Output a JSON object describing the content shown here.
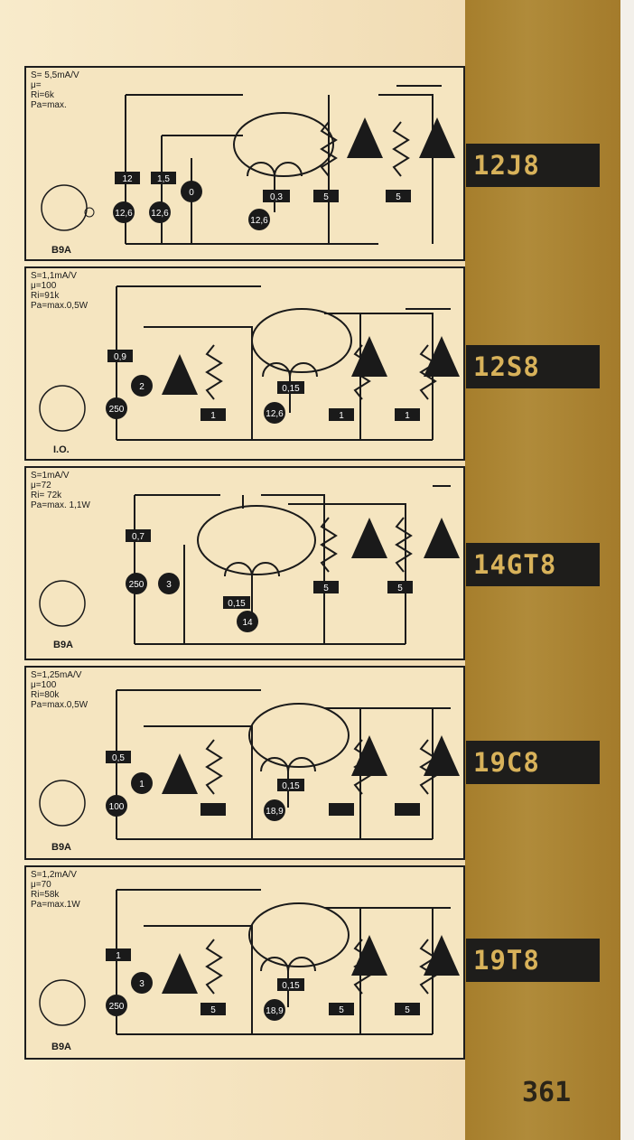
{
  "page_number": "361",
  "tubes": [
    {
      "name": "12J8",
      "specs": [
        "S= 5,5mA/V",
        "μ=",
        "Ri=6k",
        "Pa=max."
      ],
      "socket": "B9A",
      "values": [
        "12",
        "1,5",
        "0",
        "12,6",
        "12,6",
        "0,3",
        "12,6",
        "5",
        "5"
      ]
    },
    {
      "name": "12S8",
      "specs": [
        "S=1,1mA/V",
        "μ=100",
        "Ri=91k",
        "Pa=max.0,5W"
      ],
      "socket": "I.O.",
      "values": [
        "0,9",
        "2",
        "250",
        "0,15",
        "12,6",
        "1",
        "1",
        "1"
      ]
    },
    {
      "name": "14GT8",
      "specs": [
        "S=1mA/V",
        "μ=72",
        "Ri= 72k",
        "Pa=max. 1,1W"
      ],
      "socket": "B9A",
      "values": [
        "0,7",
        "250",
        "3",
        "0,15",
        "14",
        "5",
        "5"
      ]
    },
    {
      "name": "19C8",
      "specs": [
        "S=1,25mA/V",
        "μ=100",
        "Ri=80k",
        "Pa=max.0,5W"
      ],
      "socket": "B9A",
      "values": [
        "0,5",
        "1",
        "100",
        "0,15",
        "18,9"
      ]
    },
    {
      "name": "19T8",
      "specs": [
        "S=1,2mA/V",
        "μ=70",
        "Ri=58k",
        "Pa=max.1W"
      ],
      "socket": "B9A",
      "values": [
        "1",
        "3",
        "250",
        "0,15",
        "18,9",
        "5",
        "5",
        "5"
      ]
    }
  ]
}
